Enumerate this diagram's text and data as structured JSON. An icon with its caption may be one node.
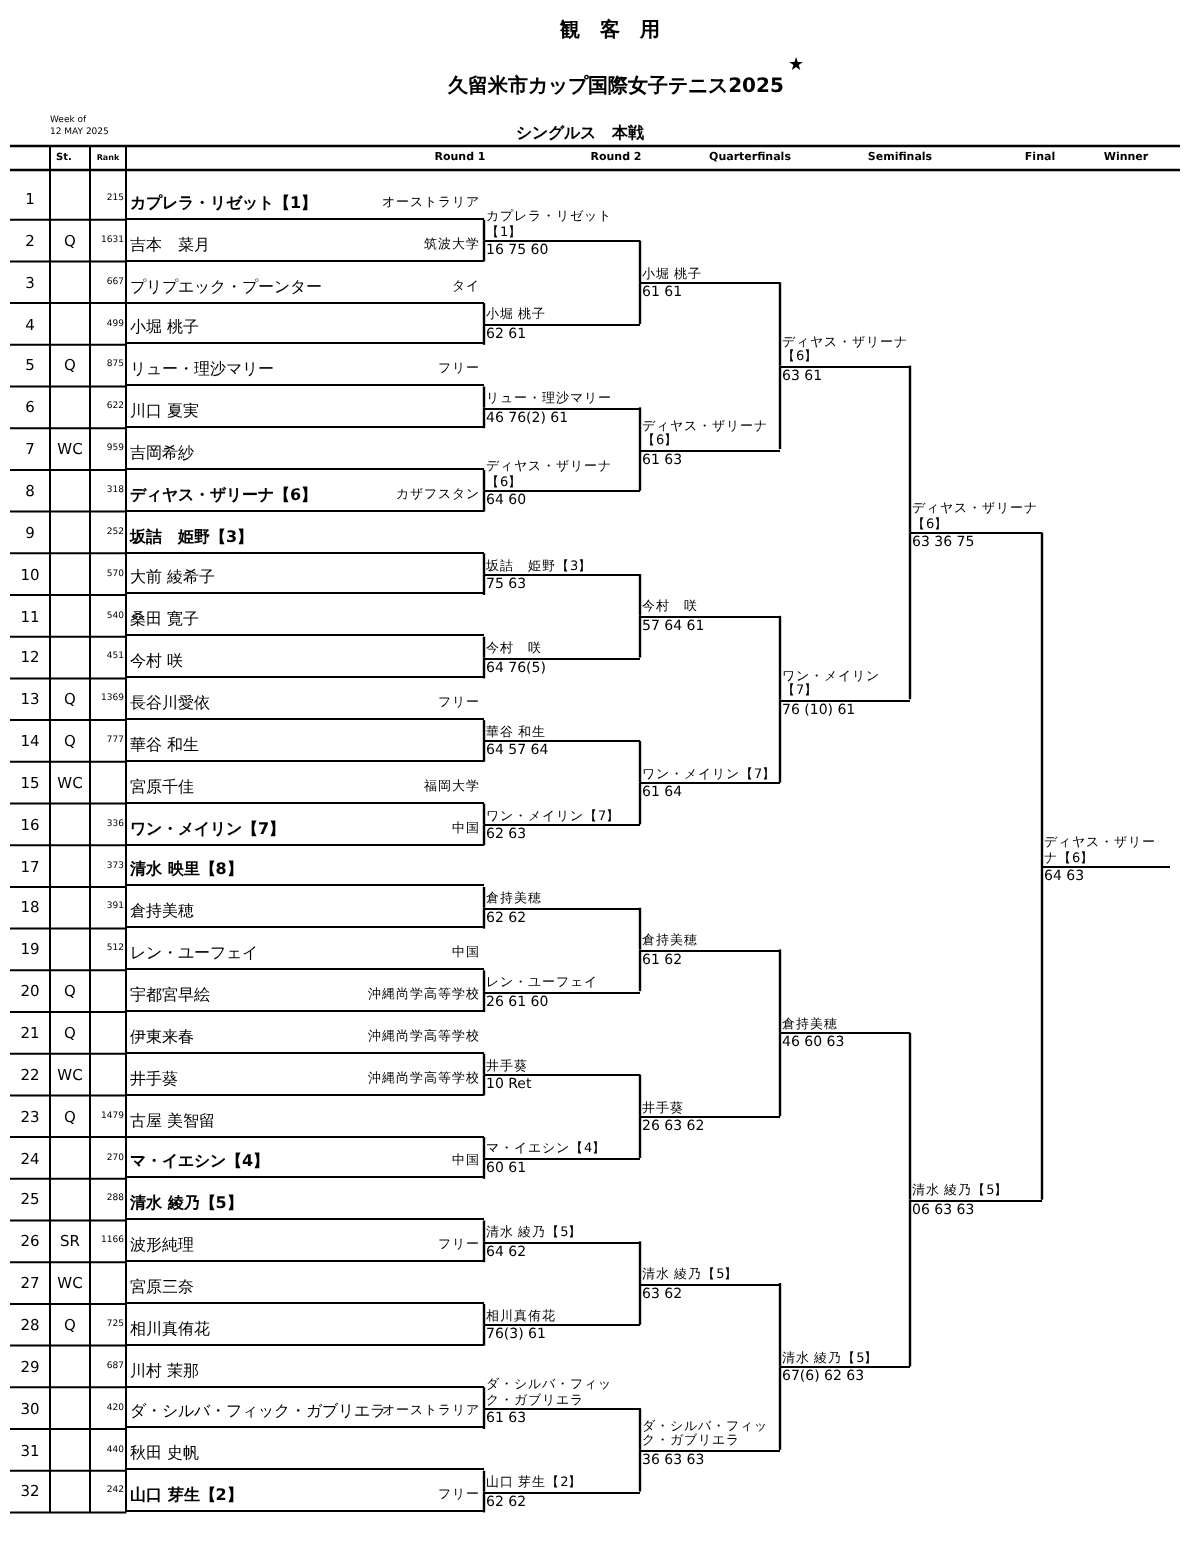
{
  "diagram": {
    "title": "久留米市カップ国際女子テニス2025",
    "nodes": [
      {
        "text": [
          "カプレラ・リゼット【1】",
          "オーストラリア"
        ]
      },
      {
        "text": [
          "吉本　菜月",
          "筑波大学"
        ]
      },
      {
        "text": [
          "プリプエック・プーンター",
          "タイ"
        ]
      },
      {
        "text": [
          "小堀 桃子"
        ]
      },
      {
        "text": [
          "リュー・理沙マリー",
          "フリー"
        ]
      },
      {
        "text": [
          "川口 夏実"
        ]
      },
      {
        "text": [
          "吉岡希紗"
        ]
      },
      {
        "text": [
          "ディヤス・ザリーナ【6】",
          "カザフスタン"
        ]
      },
      {
        "text": [
          "坂詰　姫野【3】"
        ]
      },
      {
        "text": [
          "大前 綾希子"
        ]
      },
      {
        "text": [
          "桑田 寛子"
        ]
      },
      {
        "text": [
          "今村 咲"
        ]
      },
      {
        "text": [
          "長谷川愛依",
          "フリー"
        ]
      },
      {
        "text": [
          "華谷 和生"
        ]
      },
      {
        "text": [
          "宮原千佳",
          "福岡大学"
        ]
      },
      {
        "text": [
          "ワン・メイリン【7】",
          "中国"
        ]
      },
      {
        "text": [
          "清水 映里【8】"
        ]
      },
      {
        "text": [
          "倉持美穂"
        ]
      },
      {
        "text": [
          "レン・ユーフェイ",
          "中国"
        ]
      },
      {
        "text": [
          "宇都宮早絵",
          "沖縄尚学高等学校"
        ]
      },
      {
        "text": [
          "伊東来春",
          "沖縄尚学高等学校"
        ]
      },
      {
        "text": [
          "井手葵",
          "沖縄尚学高等学校"
        ]
      },
      {
        "text": [
          "古屋 美智留"
        ]
      },
      {
        "text": [
          "マ・イエシン【4】",
          "中国"
        ]
      },
      {
        "text": [
          "清水 綾乃【5】"
        ]
      },
      {
        "text": [
          "波形純理",
          "フリー"
        ]
      },
      {
        "text": [
          "宮原三奈"
        ]
      },
      {
        "text": [
          "相川真侑花"
        ]
      },
      {
        "text": [
          "川村 茉那"
        ]
      },
      {
        "text": [
          "ダ・シルバ・フィック・ガブリエラ",
          "オーストラリア"
        ]
      },
      {
        "text": [
          "秋田 史帆"
        ]
      },
      {
        "text": [
          "山口 芽生【2】",
          "フリー"
        ]
      },
      {
        "text": [
          "カプレラ・リゼット【1】",
          "16 75 60"
        ]
      },
      {
        "text": [
          "小堀 桃子",
          "62 61"
        ]
      },
      {
        "text": [
          "リュー・理沙マリー",
          "46 76(2) 61"
        ]
      },
      {
        "text": [
          "ディヤス・ザリーナ【6】",
          "64 60"
        ]
      },
      {
        "text": [
          "坂詰　姫野【3】",
          "75 63"
        ]
      },
      {
        "text": [
          "今村　咲",
          "64 76(5)"
        ]
      },
      {
        "text": [
          "華谷 和生",
          "64 57 64"
        ]
      },
      {
        "text": [
          "ワン・メイリン【7】",
          "62 63"
        ]
      },
      {
        "text": [
          "倉持美穂",
          "62 62"
        ]
      },
      {
        "text": [
          "レン・ユーフェイ",
          "26 61 60"
        ]
      },
      {
        "text": [
          "井手葵",
          "10 Ret"
        ]
      },
      {
        "text": [
          "マ・イエシン【4】",
          "60 61"
        ]
      },
      {
        "text": [
          "清水 綾乃【5】",
          "64 62"
        ]
      },
      {
        "text": [
          "相川真侑花",
          "76(3) 61"
        ]
      },
      {
        "text": [
          "ダ・シルバ・フィック・ガブリエラ",
          "61 63"
        ]
      },
      {
        "text": [
          "山口 芽生【2】",
          "62 62"
        ]
      },
      {
        "text": [
          "小堀 桃子",
          "61 61"
        ]
      },
      {
        "text": [
          "ディヤス・ザリーナ【6】",
          "61 63"
        ]
      },
      {
        "text": [
          "今村　咲",
          "57 64 61"
        ]
      },
      {
        "text": [
          "ワン・メイリン【7】",
          "61 64"
        ]
      },
      {
        "text": [
          "倉持美穂",
          "61 62"
        ]
      },
      {
        "text": [
          "井手葵",
          "26 63 62"
        ]
      },
      {
        "text": [
          "清水 綾乃【5】",
          "63 62"
        ]
      },
      {
        "text": [
          "ダ・シルバ・フィック・ガブリエラ",
          "36 63 63"
        ]
      },
      {
        "text": [
          "ディヤス・ザリーナ【6】",
          "63 61"
        ]
      },
      {
        "text": [
          "ワン・メイリン【7】",
          "76 (10) 61"
        ]
      },
      {
        "text": [
          "倉持美穂",
          "46 60 63"
        ]
      },
      {
        "text": [
          "清水 綾乃【5】",
          "67(6) 62 63"
        ]
      },
      {
        "text": [
          "ディヤス・ザリーナ【6】",
          "63 36 75"
        ]
      },
      {
        "text": [
          "清水 綾乃【5】",
          "06 63 63"
        ]
      },
      {
        "text": [
          "ディヤス・ザリーナ【6】",
          "64 63"
        ]
      }
    ],
    "edges": [
      {
        "from": 0,
        "to": 32,
        "arrow": "none"
      },
      {
        "from": 1,
        "to": 32,
        "arrow": "none"
      },
      {
        "from": 2,
        "to": 33,
        "arrow": "none"
      },
      {
        "from": 3,
        "to": 33,
        "arrow": "none"
      },
      {
        "from": 4,
        "to": 34,
        "arrow": "none"
      },
      {
        "from": 5,
        "to": 34,
        "arrow": "none"
      },
      {
        "from": 6,
        "to": 35,
        "arrow": "none"
      },
      {
        "from": 7,
        "to": 35,
        "arrow": "none"
      },
      {
        "from": 8,
        "to": 36,
        "arrow": "none"
      },
      {
        "from": 9,
        "to": 36,
        "arrow": "none"
      },
      {
        "from": 10,
        "to": 37,
        "arrow": "none"
      },
      {
        "from": 11,
        "to": 37,
        "arrow": "none"
      },
      {
        "from": 12,
        "to": 38,
        "arrow": "none"
      },
      {
        "from": 13,
        "to": 38,
        "arrow": "none"
      },
      {
        "from": 14,
        "to": 39,
        "arrow": "none"
      },
      {
        "from": 15,
        "to": 39,
        "arrow": "none"
      },
      {
        "from": 16,
        "to": 40,
        "arrow": "none"
      },
      {
        "from": 17,
        "to": 40,
        "arrow": "none"
      },
      {
        "from": 18,
        "to": 41,
        "arrow": "none"
      },
      {
        "from": 19,
        "to": 41,
        "arrow": "none"
      },
      {
        "from": 20,
        "to": 42,
        "arrow": "none"
      },
      {
        "from": 21,
        "to": 42,
        "arrow": "none"
      },
      {
        "from": 22,
        "to": 43,
        "arrow": "none"
      },
      {
        "from": 23,
        "to": 43,
        "arrow": "none"
      },
      {
        "from": 24,
        "to": 44,
        "arrow": "none"
      },
      {
        "from": 25,
        "to": 44,
        "arrow": "none"
      },
      {
        "from": 26,
        "to": 45,
        "arrow": "none"
      },
      {
        "from": 27,
        "to": 45,
        "arrow": "none"
      },
      {
        "from": 28,
        "to": 46,
        "arrow": "none"
      },
      {
        "from": 29,
        "to": 46,
        "arrow": "none"
      },
      {
        "from": 30,
        "to": 47,
        "arrow": "none"
      },
      {
        "from": 31,
        "to": 47,
        "arrow": "none"
      },
      {
        "from": 32,
        "to": 48,
        "arrow": "none"
      },
      {
        "from": 33,
        "to": 48,
        "arrow": "none"
      },
      {
        "from": 34,
        "to": 49,
        "arrow": "none"
      },
      {
        "from": 35,
        "to": 49,
        "arrow": "none"
      },
      {
        "from": 36,
        "to": 50,
        "arrow": "none"
      },
      {
        "from": 37,
        "to": 50,
        "arrow": "none"
      },
      {
        "from": 38,
        "to": 51,
        "arrow": "none"
      },
      {
        "from": 39,
        "to": 51,
        "arrow": "none"
      },
      {
        "from": 40,
        "to": 52,
        "arrow": "none"
      },
      {
        "from": 41,
        "to": 52,
        "arrow": "none"
      },
      {
        "from": 42,
        "to": 53,
        "arrow": "none"
      },
      {
        "from": 43,
        "to": 53,
        "arrow": "none"
      },
      {
        "from": 44,
        "to": 54,
        "arrow": "none"
      },
      {
        "from": 45,
        "to": 54,
        "arrow": "none"
      },
      {
        "from": 46,
        "to": 55,
        "arrow": "none"
      },
      {
        "from": 47,
        "to": 55,
        "arrow": "none"
      },
      {
        "from": 48,
        "to": 56,
        "arrow": "none"
      },
      {
        "from": 49,
        "to": 56,
        "arrow": "none"
      },
      {
        "from": 50,
        "to": 57,
        "arrow": "none"
      },
      {
        "from": 51,
        "to": 57,
        "arrow": "none"
      },
      {
        "from": 52,
        "to": 58,
        "arrow": "none"
      },
      {
        "from": 53,
        "to": 58,
        "arrow": "none"
      },
      {
        "from": 54,
        "to": 59,
        "arrow": "none"
      },
      {
        "from": 55,
        "to": 59,
        "arrow": "none"
      },
      {
        "from": 56,
        "to": 60,
        "arrow": "none"
      },
      {
        "from": 57,
        "to": 60,
        "arrow": "none"
      },
      {
        "from": 58,
        "to": 61,
        "arrow": "none"
      },
      {
        "from": 59,
        "to": 61,
        "arrow": "none"
      },
      {
        "from": 60,
        "to": 62,
        "arrow": "none"
      },
      {
        "from": 61,
        "to": 62,
        "arrow": "none"
      }
    ],
    "labels": [
      "観　客　用",
      "★",
      "Week of",
      "12 MAY 2025",
      "シングルス　本戦",
      "St.",
      "Rank",
      "Round 1",
      "Round 2",
      "Quarterfinals",
      "Semifinals",
      "Final",
      "Winner",
      "1",
      "215",
      "2",
      "Q",
      "1631",
      "3",
      "667",
      "4",
      "499",
      "5",
      "Q",
      "875",
      "6",
      "622",
      "7",
      "WC",
      "959",
      "8",
      "318",
      "9",
      "252",
      "10",
      "570",
      "11",
      "540",
      "12",
      "451",
      "13",
      "Q",
      "1369",
      "14",
      "Q",
      "777",
      "15",
      "WC",
      "16",
      "336",
      "17",
      "373",
      "18",
      "391",
      "19",
      "512",
      "20",
      "Q",
      "21",
      "Q",
      "22",
      "WC",
      "23",
      "Q",
      "1479",
      "24",
      "270",
      "25",
      "288",
      "26",
      "SR",
      "1166",
      "27",
      "WC",
      "28",
      "Q",
      "725",
      "29",
      "687",
      "30",
      "420",
      "31",
      "440",
      "32",
      "242"
    ]
  }
}
